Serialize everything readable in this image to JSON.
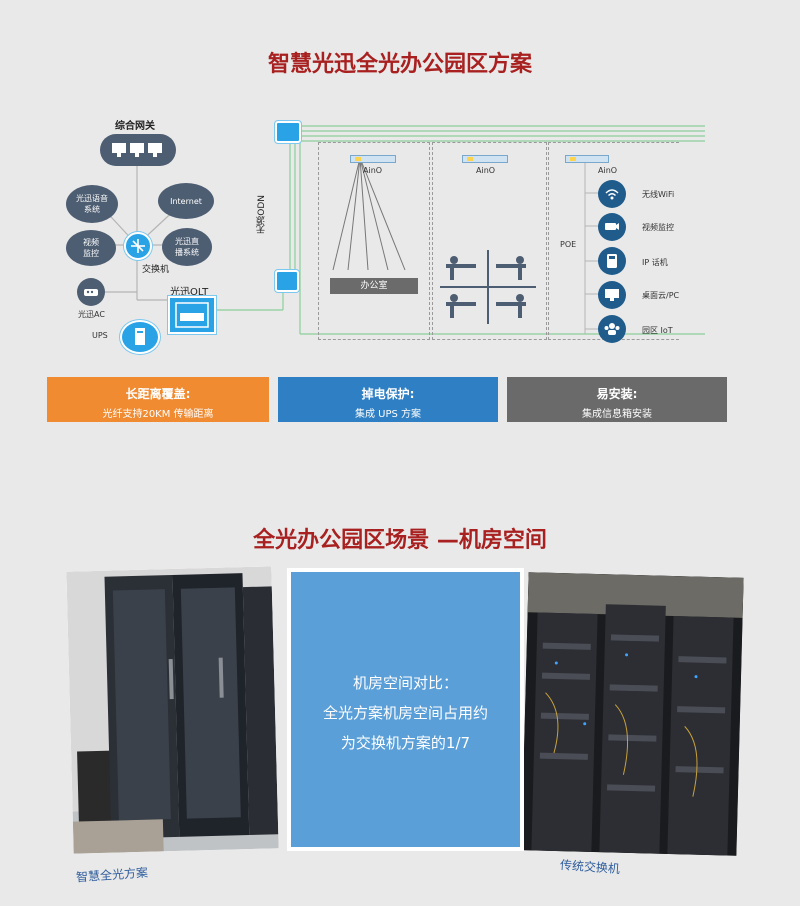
{
  "top_title": "智慧光迅全光办公园区方案",
  "gateway": {
    "label": "综合网关"
  },
  "clouds": [
    {
      "text": "光迅语音\n系统"
    },
    {
      "text": "Internet"
    },
    {
      "text": "视频\n监控"
    },
    {
      "text": "光迅直\n播系统"
    }
  ],
  "switch_label": "交换机",
  "olt_label": "光迅OLT",
  "ac_label": "光迅AC",
  "ups_label": "UPS",
  "odn_label": "无源ODN",
  "office_label": "办公室",
  "aino_labels": [
    "AinO",
    "AinO",
    "AinO"
  ],
  "poe_label": "POE",
  "devices": [
    {
      "icon": "wifi-icon",
      "label": "无线WiFi"
    },
    {
      "icon": "camera-icon",
      "label": "视频监控"
    },
    {
      "icon": "phone-icon",
      "label": "IP 话机"
    },
    {
      "icon": "monitor-icon",
      "label": "桌面云/PC"
    },
    {
      "icon": "people-icon",
      "label": "园区 IoT"
    }
  ],
  "features": [
    {
      "title": "长距离覆盖:",
      "sub": "光纤支持20KM 传输距离",
      "color": "#f08b32"
    },
    {
      "title": "掉电保护:",
      "sub": "集成 UPS 方案",
      "color": "#2f7fc4"
    },
    {
      "title": "易安装:",
      "sub": "集成信息箱安装",
      "color": "#6a6a6a"
    }
  ],
  "second_title": "全光办公园区场景 —机房空间",
  "compare": {
    "line1": "机房空间对比：",
    "line2": "全光方案机房空间占用约",
    "line3": "为交换机方案的1/7"
  },
  "caption_left": "智慧全光方案",
  "caption_right": "传统交换机",
  "colors": {
    "title_red": "#a8201f",
    "line_green": "#8ccf9a",
    "compare_blue": "#5b9fd9"
  }
}
